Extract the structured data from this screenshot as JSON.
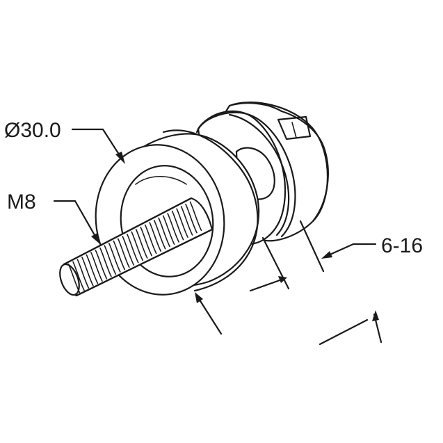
{
  "labels": {
    "diameter": "Ø30.0",
    "thread": "M8",
    "thickness_range": "6-16"
  },
  "colors": {
    "line": "#1a1a1a",
    "background": "#ffffff"
  }
}
